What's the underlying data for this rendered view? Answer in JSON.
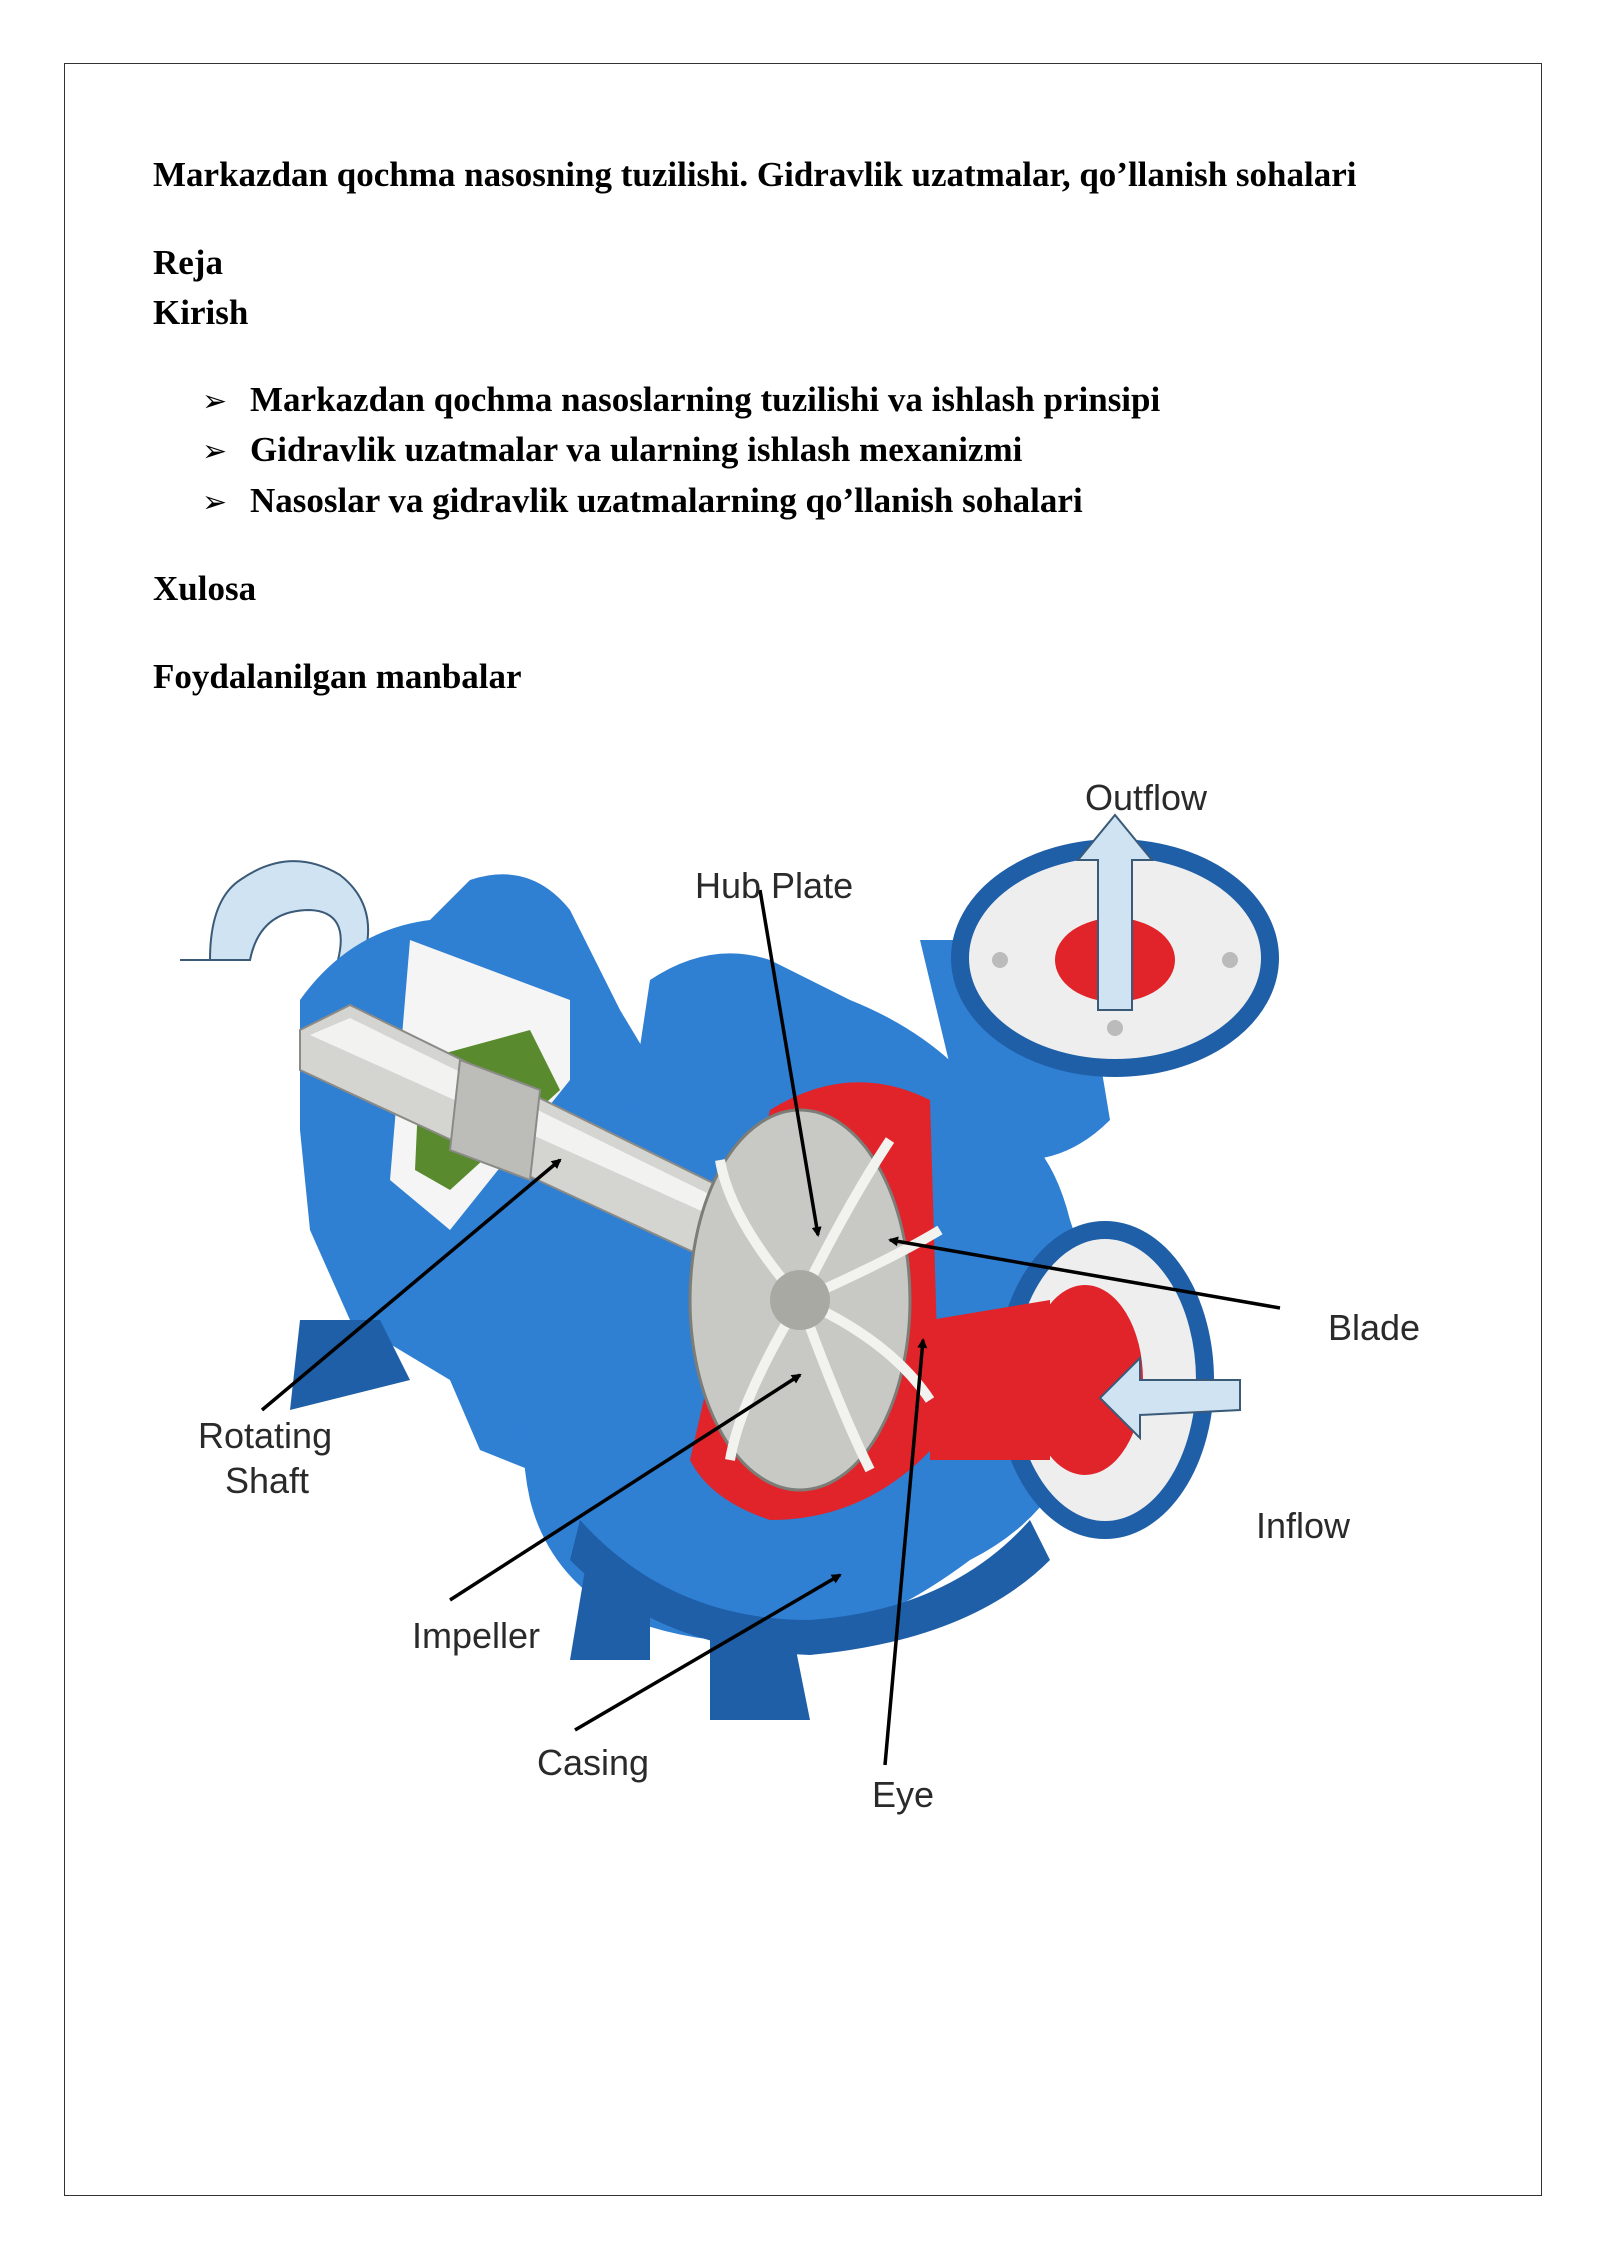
{
  "document": {
    "title": "Markazdan qochma nasosning tuzilishi. Gidravlik uzatmalar, qo’llanish sohalari",
    "plan_heading": "Reja",
    "intro": "Kirish",
    "bullets": [
      "Markazdan qochma nasoslarning tuzilishi va ishlash prinsipi",
      "Gidravlik uzatmalar va ularning ishlash mexanizmi",
      "Nasoslar va gidravlik uzatmalarning qo’llanish sohalari"
    ],
    "conclusion": "Xulosa",
    "sources": "Foydalanilgan manbalar"
  },
  "diagram": {
    "labels": {
      "outflow": "Outflow",
      "hub_plate": "Hub Plate",
      "blade": "Blade",
      "rotating": "Rotating",
      "shaft": "Shaft",
      "inflow": "Inflow",
      "impeller": "Impeller",
      "casing": "Casing",
      "eye": "Eye"
    },
    "colors": {
      "casing_blue": "#2f7fd3",
      "casing_dark": "#1f5fa8",
      "interior_red": "#e0242a",
      "bearing_green": "#5a8a2e",
      "metal_grey": "#c8c8c4",
      "flange_white": "#eeeeee",
      "flow_arrow": "#cfe3f3"
    }
  }
}
